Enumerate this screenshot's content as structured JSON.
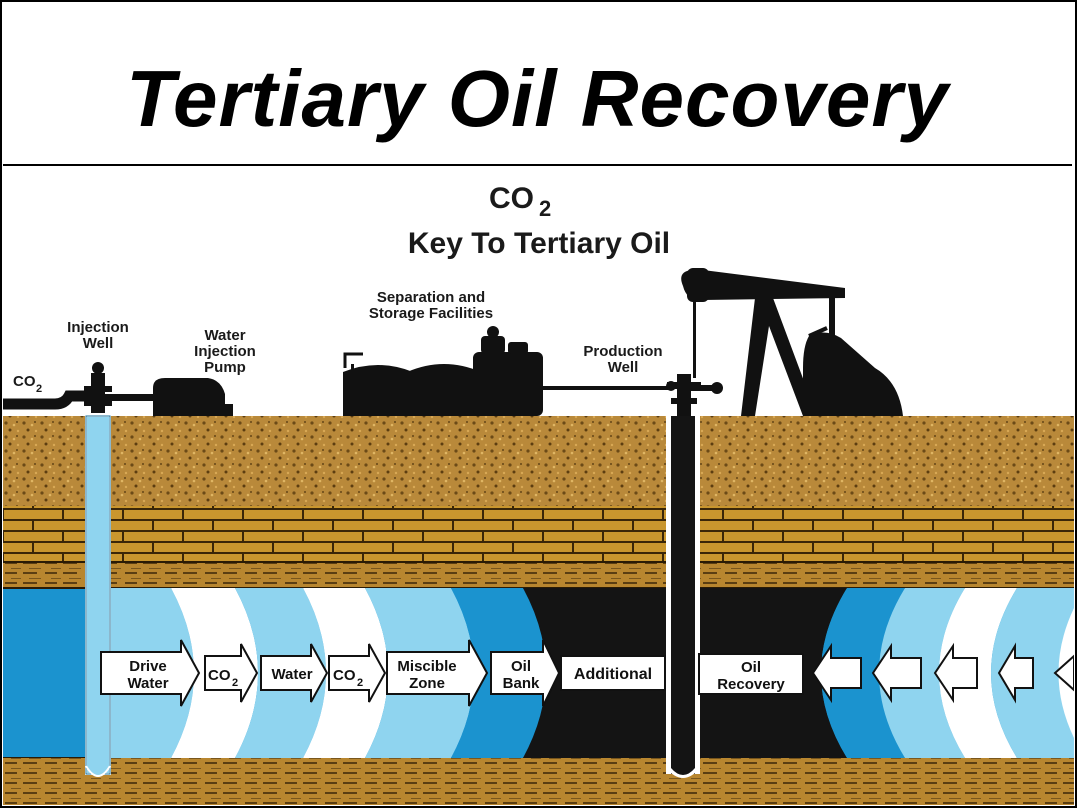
{
  "header": {
    "title": "Tertiary Oil Recovery"
  },
  "subtitle": {
    "line1": "CO",
    "line1_sub": "2",
    "line2": "Key To Tertiary Oil"
  },
  "labels": {
    "injection_well": [
      "Injection",
      "Well"
    ],
    "water_injection_pump": [
      "Water",
      "Injection",
      "Pump"
    ],
    "separation": [
      "Separation and",
      "Storage Facilities"
    ],
    "production_well": [
      "Production",
      "Well"
    ],
    "co2_inlet": "CO",
    "co2_inlet_sub": "2"
  },
  "zones": {
    "drive_water": [
      "Drive",
      "Water"
    ],
    "co2_a": "CO",
    "co2_a_sub": "2",
    "water": "Water",
    "co2_b": "CO",
    "co2_b_sub": "2",
    "miscible_zone": [
      "Miscible",
      "Zone"
    ],
    "oil_bank": [
      "Oil",
      "Bank"
    ],
    "additional": "Additional",
    "oil_recovery": [
      "Oil",
      "Recovery"
    ]
  },
  "colors": {
    "soil": "#b8862f",
    "brick": "#c9962e",
    "water_dark": "#1b93cf",
    "water_light": "#8fd4ef",
    "oil": "#141414",
    "sky": "#ffffff"
  }
}
